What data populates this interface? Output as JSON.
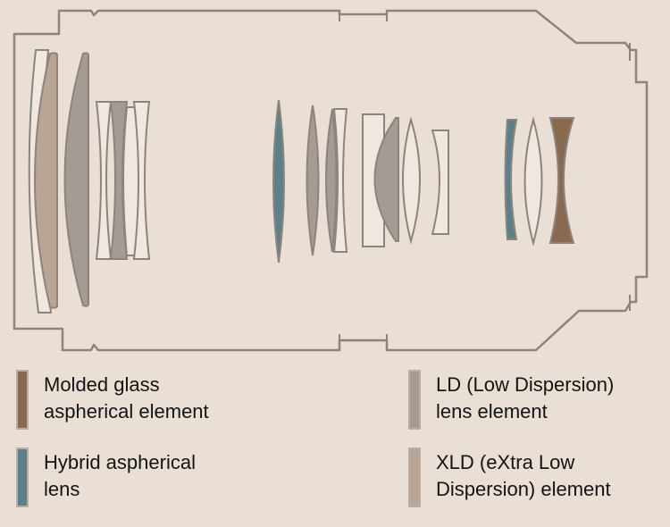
{
  "colors": {
    "background": "#e9dfd5",
    "outline": "#8d847d",
    "molded_glass_aspherical": "#8a6a4f",
    "hybrid_aspherical": "#5c808a",
    "ld": "#a49b94",
    "xld": "#b9a594",
    "clear_glass": "#efe8e0"
  },
  "legend": [
    {
      "key": "molded",
      "line1": "Molded glass",
      "line2": "aspherical element",
      "color": "#8a6a4f"
    },
    {
      "key": "hybrid",
      "line1": "Hybrid aspherical",
      "line2": "lens",
      "color": "#5c808a"
    },
    {
      "key": "ld",
      "line1": "LD (Low Dispersion)",
      "line2": "lens element",
      "color": "#a49b94"
    },
    {
      "key": "xld",
      "line1": "XLD (eXtra Low",
      "line2": "Dispersion) element",
      "color": "#b9a594"
    }
  ]
}
